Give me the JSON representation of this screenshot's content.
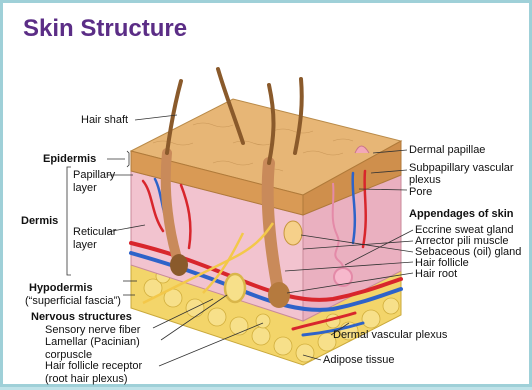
{
  "title": "Skin Structure",
  "labels": {
    "hair_shaft": "Hair shaft",
    "epidermis": "Epidermis",
    "papillary_layer_1": "Papillary",
    "papillary_layer_2": "layer",
    "dermis": "Dermis",
    "reticular_layer_1": "Reticular",
    "reticular_layer_2": "layer",
    "hypodermis": "Hypodermis",
    "superficial_fascia": "(“superficial fascia”)",
    "nervous_structures": "Nervous structures",
    "sensory_nerve_fiber": "Sensory nerve fiber",
    "lamellar_1": "Lamellar (Pacinian)",
    "lamellar_2": "corpuscle",
    "hair_follicle_receptor_1": "Hair follicle receptor",
    "hair_follicle_receptor_2": "(root hair plexus)",
    "dermal_papillae": "Dermal papillae",
    "subpapillary_1": "Subpapillary vascular",
    "subpapillary_2": "plexus",
    "pore": "Pore",
    "appendages": "Appendages of skin",
    "eccrine": "Eccrine sweat gland",
    "arrector": "Arrector pili muscle",
    "sebaceous": "Sebaceous (oil) gland",
    "hair_follicle": "Hair follicle",
    "hair_root": "Hair root",
    "dermal_vascular_plexus": "Dermal vascular plexus",
    "adipose": "Adipose tissue"
  },
  "colors": {
    "title": "#5b2d86",
    "epidermis": "#e7b676",
    "dermis": "#f2c3cf",
    "hypodermis": "#f3d56a",
    "artery": "#d8262c",
    "vein": "#2e63c9",
    "hair": "#8a5a2b",
    "nerve": "#f3c84a"
  }
}
